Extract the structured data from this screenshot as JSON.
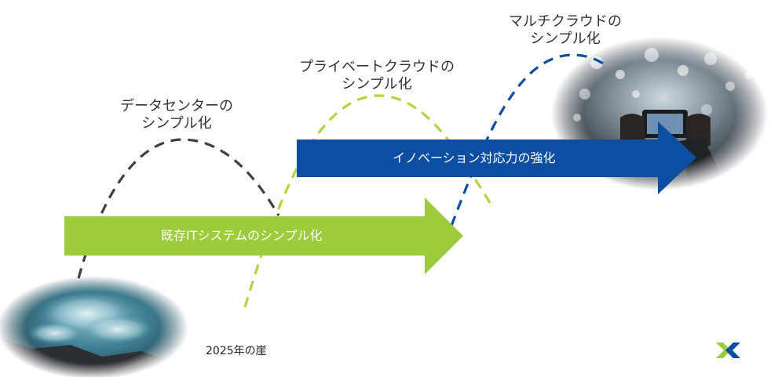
{
  "curves": [
    {
      "id": "datacenter",
      "line1": "データセンターの",
      "line2": "シンプル化",
      "color": "#3f3f3f"
    },
    {
      "id": "private-cloud",
      "line1": "プライベートクラウドの",
      "line2": "シンプル化",
      "color": "#b5d33a"
    },
    {
      "id": "multi-cloud",
      "line1": "マルチクラウドの",
      "line2": "シンプル化",
      "color": "#0b4ea2"
    }
  ],
  "arrows": {
    "legacy": {
      "label": "既存ITシステムのシンプル化",
      "color": "#9ccb3b"
    },
    "innovation": {
      "label": "イノベーション対応力の強化",
      "color": "#0b4ea2"
    }
  },
  "cliff_label": "2025年の崖",
  "logo": {
    "name": "nutanix-x-logo",
    "colors": [
      "#9ccb3b",
      "#0b4ea2"
    ]
  }
}
